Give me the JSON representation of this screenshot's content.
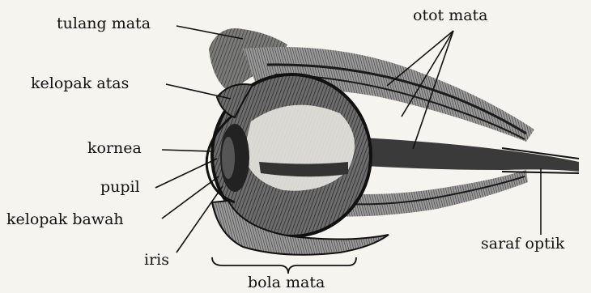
{
  "diagram": {
    "labels": {
      "tulang_mata": "tulang mata",
      "kelopak_atas": "kelopak atas",
      "kornea": "kornea",
      "pupil": "pupil",
      "kelopak_bawah": "kelopak bawah",
      "iris": "iris",
      "otot_mata": "otot mata",
      "saraf_optik": "saraf optik",
      "bola_mata": "bola mata"
    }
  }
}
